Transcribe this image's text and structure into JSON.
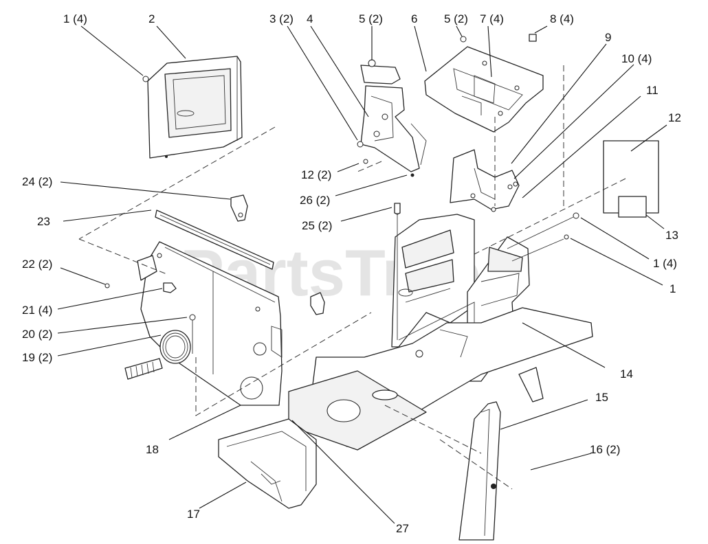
{
  "watermark": {
    "text": "PartsTree"
  },
  "callouts": [
    {
      "id": "c1",
      "label": "1 (4)"
    },
    {
      "id": "c2",
      "label": "2"
    },
    {
      "id": "c3",
      "label": "3 (2)"
    },
    {
      "id": "c4",
      "label": "4"
    },
    {
      "id": "c5a",
      "label": "5 (2)"
    },
    {
      "id": "c6",
      "label": "6"
    },
    {
      "id": "c5b",
      "label": "5 (2)"
    },
    {
      "id": "c7",
      "label": "7 (4)"
    },
    {
      "id": "c8",
      "label": "8 (4)"
    },
    {
      "id": "c9",
      "label": "9"
    },
    {
      "id": "c10",
      "label": "10 (4)"
    },
    {
      "id": "c11",
      "label": "11"
    },
    {
      "id": "c12",
      "label": "12"
    },
    {
      "id": "c12b",
      "label": "12 (2)"
    },
    {
      "id": "c26",
      "label": "26 (2)"
    },
    {
      "id": "c25",
      "label": "25 (2)"
    },
    {
      "id": "c24",
      "label": "24 (2)"
    },
    {
      "id": "c23",
      "label": "23"
    },
    {
      "id": "c22",
      "label": "22 (2)"
    },
    {
      "id": "c21",
      "label": "21 (4)"
    },
    {
      "id": "c20",
      "label": "20 (2)"
    },
    {
      "id": "c19",
      "label": "19 (2)"
    },
    {
      "id": "c13",
      "label": "13"
    },
    {
      "id": "c1b",
      "label": "1 (4)"
    },
    {
      "id": "c1c",
      "label": "1"
    },
    {
      "id": "c14",
      "label": "14"
    },
    {
      "id": "c15",
      "label": "15"
    },
    {
      "id": "c16",
      "label": "16 (2)"
    },
    {
      "id": "c18",
      "label": "18"
    },
    {
      "id": "c17",
      "label": "17"
    },
    {
      "id": "c27",
      "label": "27"
    }
  ]
}
